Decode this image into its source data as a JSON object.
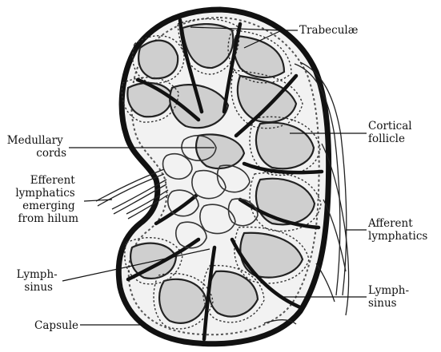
{
  "figure": {
    "labels": {
      "trabeculae": "Trabeculæ",
      "medullary_cords": [
        "Medullary",
        "cords"
      ],
      "cortical_follicle": [
        "Cortical",
        "follicle"
      ],
      "efferent": [
        "Efferent",
        "lymphatics",
        "emerging",
        "from hilum"
      ],
      "afferent": [
        "Afferent",
        "lymphatics"
      ],
      "lymph_sinus_left": [
        "Lymph-",
        "sinus"
      ],
      "lymph_sinus_right": [
        "Lymph-",
        "sinus"
      ],
      "capsule": "Capsule"
    }
  }
}
